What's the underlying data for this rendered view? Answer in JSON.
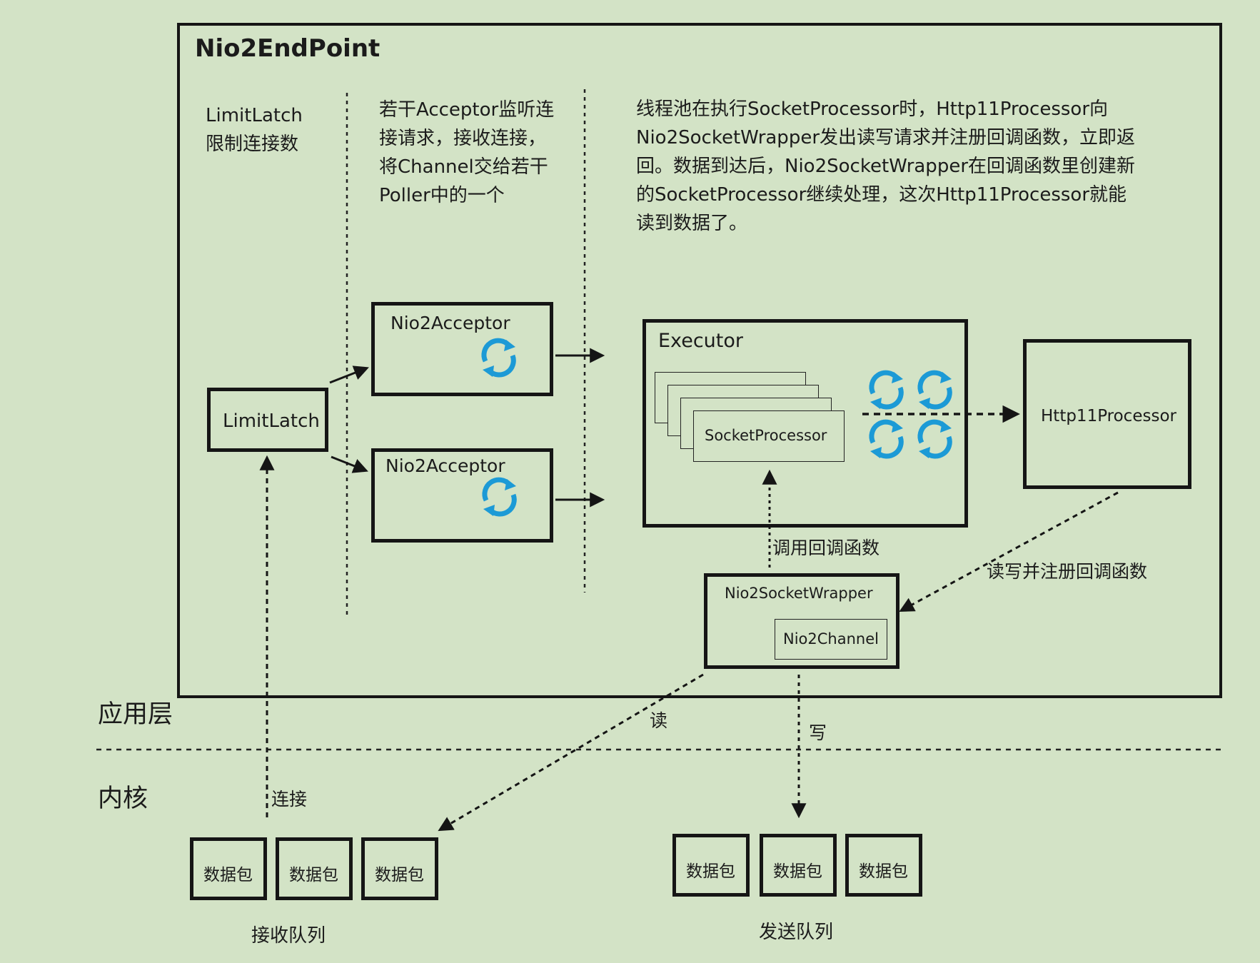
{
  "endpoint_title": "Nio2EndPoint",
  "limit_desc": [
    "LimitLatch",
    "限制连接数"
  ],
  "acceptor_desc": [
    "若干Acceptor监听连",
    "接请求，接收连接，",
    "将Channel交给若干",
    "Poller中的一个"
  ],
  "executor_desc": [
    "线程池在执行SocketProcessor时，Http11Processor向",
    "Nio2SocketWrapper发出读写请求并注册回调函数，立即返",
    "回。数据到达后，Nio2SocketWrapper在回调函数里创建新",
    "的SocketProcessor继续处理，这次Http11Processor就能",
    "读到数据了。"
  ],
  "limit_latch": "LimitLatch",
  "acceptor_1": "Nio2Acceptor",
  "acceptor_2": "Nio2Acceptor",
  "executor": "Executor",
  "socket_processor": "SocketProcessor",
  "http_processor": "Http11Processor",
  "socket_wrapper": "Nio2SocketWrapper",
  "channel": "Nio2Channel",
  "label_callback": "调用回调函数",
  "label_register": "读写并注册回调函数",
  "label_read": "读",
  "label_write": "写",
  "label_connect": "连接",
  "layer_app": "应用层",
  "layer_kernel": "内核",
  "packet": "数据包",
  "recv_queue": "接收队列",
  "send_queue": "发送队列",
  "icon_color": "#1c9ad6"
}
